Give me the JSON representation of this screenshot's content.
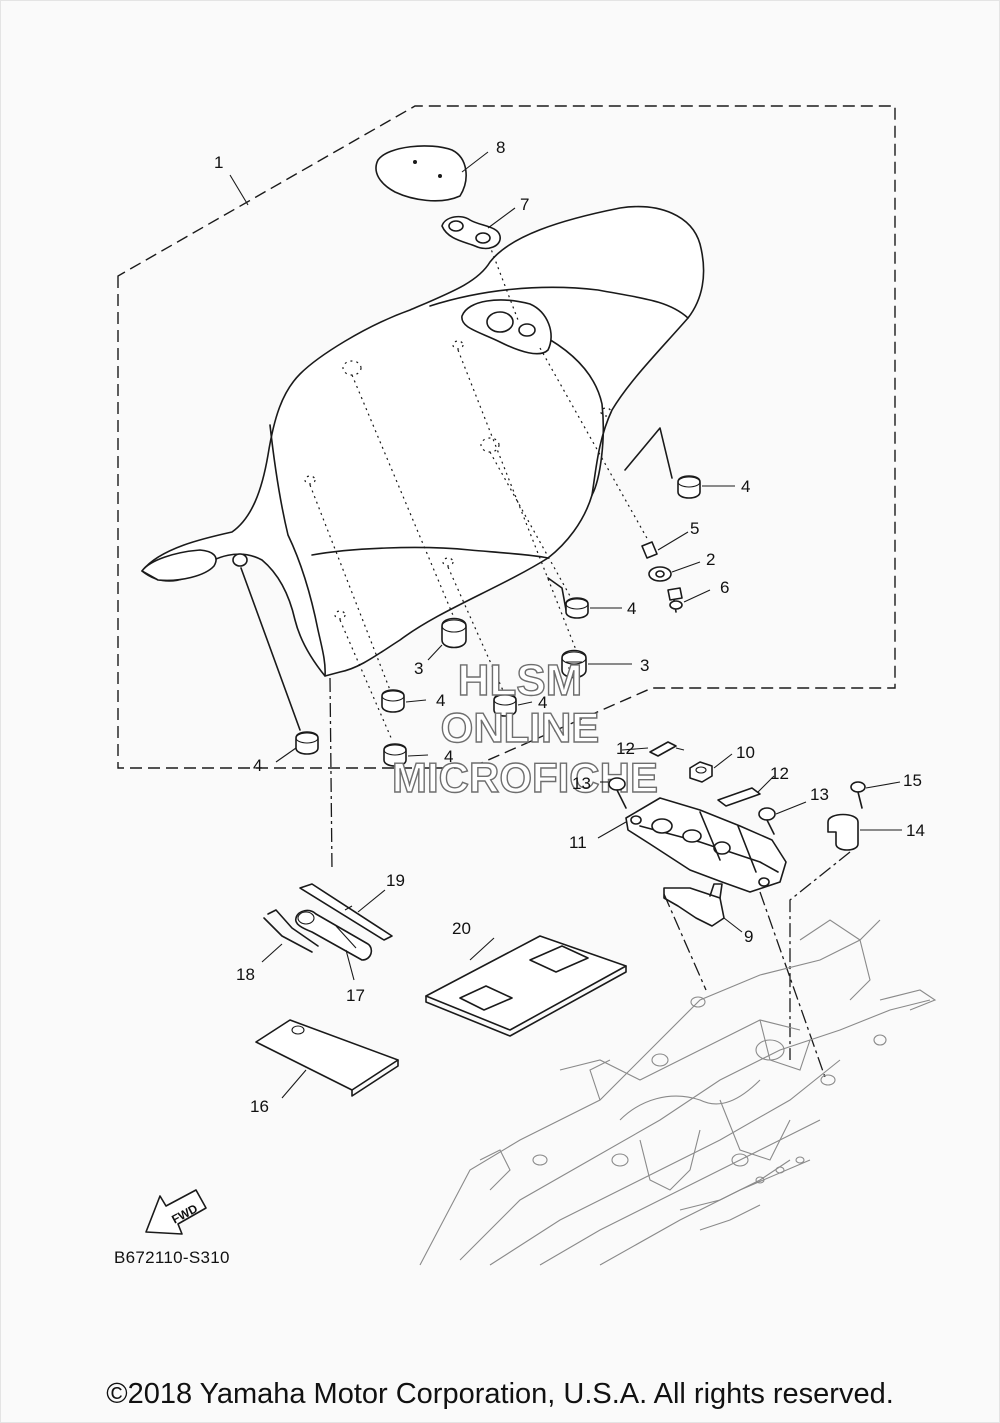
{
  "diagram": {
    "reference_code": "B672110-S310",
    "copyright": "©2018 Yamaha Motor Corporation, U.S.A. All rights reserved.",
    "watermark": [
      "HLSM",
      "ONLINE",
      "MICROFICHE"
    ],
    "fwd_label": "FWD",
    "callouts": [
      {
        "id": "c1",
        "label": "1"
      },
      {
        "id": "c8",
        "label": "8"
      },
      {
        "id": "c7",
        "label": "7"
      },
      {
        "id": "c4a",
        "label": "4"
      },
      {
        "id": "c5",
        "label": "5"
      },
      {
        "id": "c2",
        "label": "2"
      },
      {
        "id": "c6",
        "label": "6"
      },
      {
        "id": "c4b",
        "label": "4"
      },
      {
        "id": "c3a",
        "label": "3"
      },
      {
        "id": "c3b",
        "label": "3"
      },
      {
        "id": "c4c",
        "label": "4"
      },
      {
        "id": "c4d",
        "label": "4"
      },
      {
        "id": "c4e",
        "label": "4"
      },
      {
        "id": "c4f",
        "label": "4"
      },
      {
        "id": "c12a",
        "label": "12"
      },
      {
        "id": "c10",
        "label": "10"
      },
      {
        "id": "c12b",
        "label": "12"
      },
      {
        "id": "c13a",
        "label": "13"
      },
      {
        "id": "c13b",
        "label": "13"
      },
      {
        "id": "c15",
        "label": "15"
      },
      {
        "id": "c14",
        "label": "14"
      },
      {
        "id": "c11",
        "label": "11"
      },
      {
        "id": "c9",
        "label": "9"
      },
      {
        "id": "c19",
        "label": "19"
      },
      {
        "id": "c18",
        "label": "18"
      },
      {
        "id": "c17",
        "label": "17"
      },
      {
        "id": "c20",
        "label": "20"
      },
      {
        "id": "c16",
        "label": "16"
      }
    ]
  }
}
